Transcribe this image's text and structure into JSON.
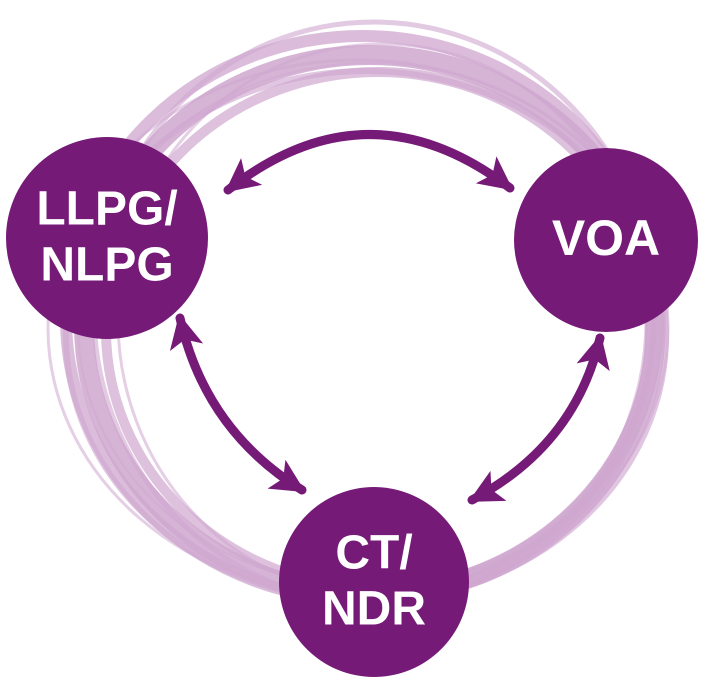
{
  "colors": {
    "node_fill": "#761a78",
    "ring_stroke": "#cfa7cf",
    "arrow": "#761a78",
    "label": "#ffffff"
  },
  "nodes": {
    "llpg_nlpg": {
      "line1": "LLPG/",
      "line2": "NLPG"
    },
    "voa": {
      "line1": "VOA"
    },
    "ct_ndr": {
      "line1": "CT/",
      "line2": "NDR"
    }
  },
  "connections": [
    {
      "from": "LLPG/NLPG",
      "to": "VOA",
      "direction": "bidirectional"
    },
    {
      "from": "LLPG/NLPG",
      "to": "CT/NDR",
      "direction": "bidirectional"
    },
    {
      "from": "VOA",
      "to": "CT/NDR",
      "direction": "bidirectional"
    }
  ]
}
